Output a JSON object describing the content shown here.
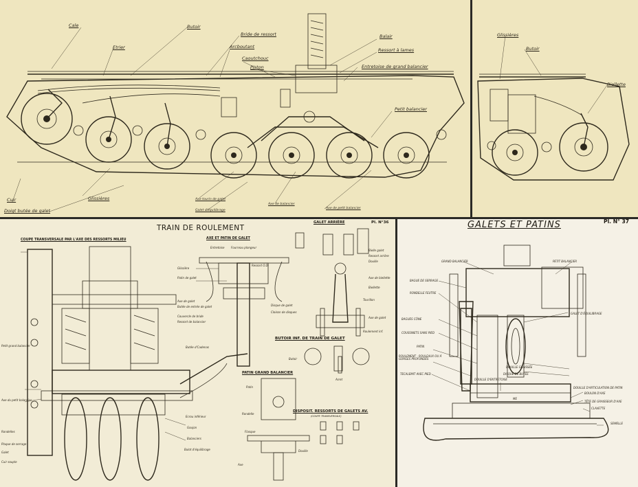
{
  "top_left": {
    "labels": {
      "cale": "Cale",
      "butoir": "Butoir",
      "etrier": "Etrier",
      "bride": "Bride de ressort",
      "arcboutant": "Arcboutant",
      "caoutchouc": "Caoutchouc",
      "piston": "Piston",
      "balair": "Balair",
      "ressort_lames": "Ressort à lames",
      "entretoise": "Entretoise de grand balancier",
      "petit_balancier": "Petit balancier",
      "cuir": "Cuir",
      "glissieres": "Glissières",
      "doigt_galet": "Doigt butée de galet",
      "axe_tourillon": "Axe tourin de galet",
      "galet_equilibrage": "Galet d'équilibrage",
      "axe_balancier": "Axe de balancier",
      "axe_petit_balancier": "Axe de petit balancier"
    }
  },
  "top_right": {
    "labels": {
      "glissieres": "Glissières",
      "butoir": "Butoir",
      "biellette": "Biellette"
    }
  },
  "bottom_left": {
    "title": "TRAIN DE ROULEMENT",
    "section_coupe": "COUPE TRANSVERSALE PAR L'AXE DES RESSORTS MILIEU",
    "section_axe": "AXE ET PATIN DE GALET",
    "section_galet_arriere": "GALET ARRIÈRE",
    "plate_number": "Pl. N°36",
    "section_butoir": "BUTOIR INF. DE TRAIN DE GALET",
    "section_patin": "PATIN GRAND BALANCIER",
    "section_dispositif": "DISPOSIT. RESSORTS DE GALETS AV.",
    "section_dispositif_sub": "(COUPE TRANSVERSALE)",
    "labels": {
      "fourreau": "Fourreau plongeur",
      "entretoise": "Entretoise",
      "ressort_od": "Ressort O.D.",
      "glissiere": "Glissière",
      "patin_galet": "Patin de galet",
      "axe_galet": "Axe de galet",
      "butee_entree": "Butée de entrée de galet",
      "disque_galet": "Disque de galet",
      "cloison_disques": "Cloison de disques",
      "couvercle_bride": "Couvercle de bride",
      "ressort_balancier": "Ressort de balancier",
      "butee_cadenas": "Butée d'Cadenas",
      "bielle_galet": "Bielle galet",
      "ressort_arriere": "Ressort arrière",
      "douille": "Douille",
      "axe_biellette": "Axe de biellette",
      "biellette": "Biellette",
      "tourillon": "Tourillon",
      "axe_galet_r": "Axe de galet",
      "roulement_inf": "Roulement inf.",
      "butoir": "Butoir",
      "arret": "Arret",
      "patin": "Patin",
      "rondelle": "Rondelle",
      "flasque": "Flasque",
      "douille_b": "Douille",
      "axe": "Axe",
      "ecrou_inf": "Ecrou inférieur",
      "goujon": "Goujon",
      "balancier": "Balanciers",
      "bulot": "Bulot d'équilibrage",
      "petit_grand_balancier": "Petit grand balancier",
      "axe_balancier": "Axe du petit balancier",
      "rondelles": "Rondelles",
      "plaque_serrage": "Plaque de serrage",
      "galet_col": "Galet",
      "cuir_souple": "Cuir souple"
    }
  },
  "bottom_right": {
    "title": "GALETS ET PATINS",
    "plate_number": "Pl. N° 37",
    "labels": {
      "grand_balancier": "GRAND BALANCIER",
      "petit_balancier": "PETIT BALANCIER",
      "bague_serrage": "BAGUE DE SERRAGE",
      "rondelle_feutre": "RONDELLE FEUTRE",
      "galet_equilibrage": "GALET D'ÉQUILIBRAGE",
      "bagues_cone": "BAGUES CÔNE",
      "coussinets": "COUSSINETS SANS PIED",
      "patin": "PATIN",
      "roulement": "ROULEMENT - ROULEAUX OU À GORGES PROFONDES",
      "douille_graissee": "DOUILLE GRAISSÉE",
      "disque_butee": "DISQUE DE BUTÉE",
      "tecalemit": "TECALEMIT AVEC PIED",
      "douille_entretoise": "DOUILLE D'ENTRETOISE",
      "me": "ME",
      "douille_articulation": "DOUILLE D'ARTICULATION DE PATIN",
      "boulon_d_axe": "BOULON D'AXE",
      "tete_graisseur": "TÊTE DE GRAISSEUR D'AXE",
      "clavette": "CLAVETTE",
      "semelle": "SEMELLE"
    }
  }
}
